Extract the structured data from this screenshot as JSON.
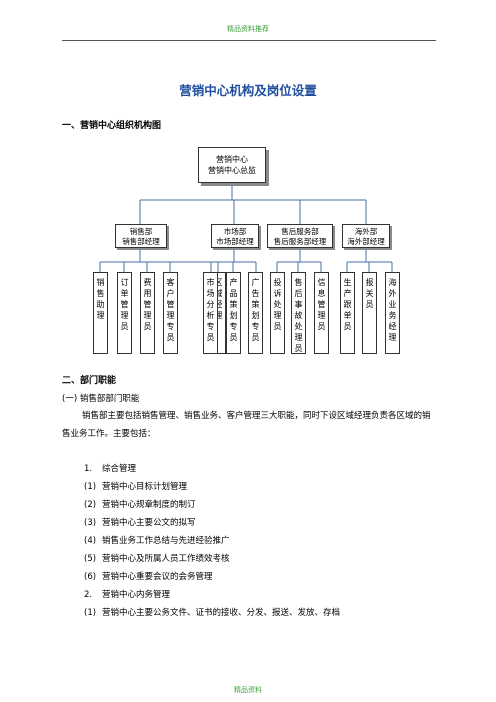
{
  "header": {
    "link_text": "精品资料推荐"
  },
  "footer": {
    "link_text": "精品资料"
  },
  "title": "营销中心机构及岗位设置",
  "section1": {
    "heading": "一、营销中心组织机构图"
  },
  "org": {
    "top": {
      "line1": "营销中心",
      "line2": "营销中心总监"
    },
    "departments": [
      {
        "line1": "销售部",
        "line2": "销售部经理"
      },
      {
        "line1": "市场部",
        "line2": "市场部经理"
      },
      {
        "line1": "售后服务部",
        "line2": "售后服务部经理"
      },
      {
        "line1": "海外部",
        "line2": "海外部经理"
      }
    ],
    "positions": [
      "销售助理",
      "订单管理员",
      "费用管理员",
      "客户管理专员",
      "区域经理",
      "市场分析专员",
      "产品策划专员",
      "广告策划专员",
      "投诉处理员",
      "售后事故处理员",
      "信息管理员",
      "生产跟单员",
      "报关员",
      "海外业务经理"
    ]
  },
  "section2": {
    "heading": "二、部门职能",
    "sub1": "(一) 销售部部门职能",
    "para": "销售部主要包括销售管理、销售业务、客户管理三大职能，同时下设区域经理负责各区域的销售业务工作。主要包括：",
    "items": [
      {
        "num": "1.",
        "text": "综合管理"
      },
      {
        "num": "(1)",
        "text": "营销中心目标计划管理"
      },
      {
        "num": "(2)",
        "text": "营销中心规章制度的制订"
      },
      {
        "num": "(3)",
        "text": "营销中心主要公文的拟写"
      },
      {
        "num": "(4)",
        "text": "销售业务工作总结与先进经验推广"
      },
      {
        "num": "(5)",
        "text": "营销中心及所属人员工作绩效考核"
      },
      {
        "num": "(6)",
        "text": "营销中心重要会议的会务管理"
      },
      {
        "num": "2.",
        "text": "营销中心内务管理"
      },
      {
        "num": "(1)",
        "text": "营销中心主要公务文件、证书的接收、分发、报送、发放、存档"
      }
    ]
  }
}
